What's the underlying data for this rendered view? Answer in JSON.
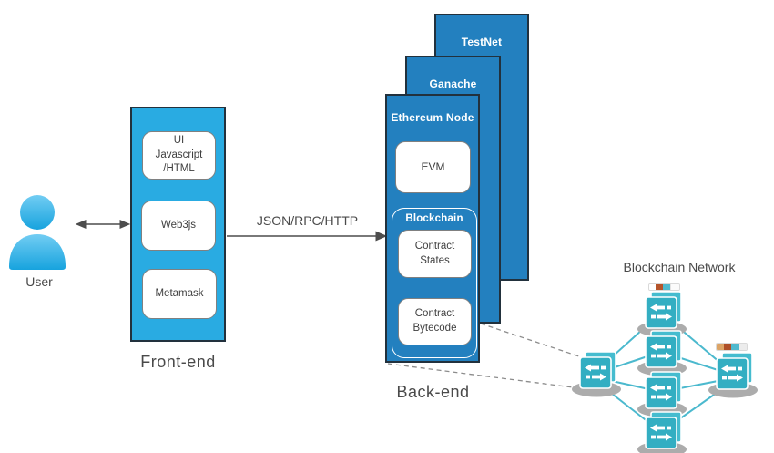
{
  "user": {
    "label": "User"
  },
  "frontend": {
    "label": "Front-end",
    "components": [
      "UI\nJavascript\n/HTML",
      "Web3js",
      "Metamask"
    ]
  },
  "link_frontend_backend": {
    "label": "JSON/RPC/HTTP"
  },
  "backend": {
    "label": "Back-end",
    "stack": [
      "TestNet",
      "Ganache",
      "Ethereum Node"
    ],
    "evm": "EVM",
    "blockchain": {
      "label": "Blockchain",
      "components": [
        "Contract\nStates",
        "Contract\nBytecode"
      ]
    }
  },
  "network": {
    "label": "Blockchain Network",
    "node_count": 6
  },
  "colors": {
    "frontend_fill": "#29abe2",
    "backend_fill": "#2380bf",
    "panel_border": "#22313d",
    "switch_teal": "#33aec2",
    "switch_teal_light": "#45bccf",
    "network_link": "#4bb9ce",
    "text_dark": "#3f3f3f",
    "dashed_line": "#8c8c8c",
    "status_rust": "#b5542a",
    "status_tan": "#dca466"
  }
}
